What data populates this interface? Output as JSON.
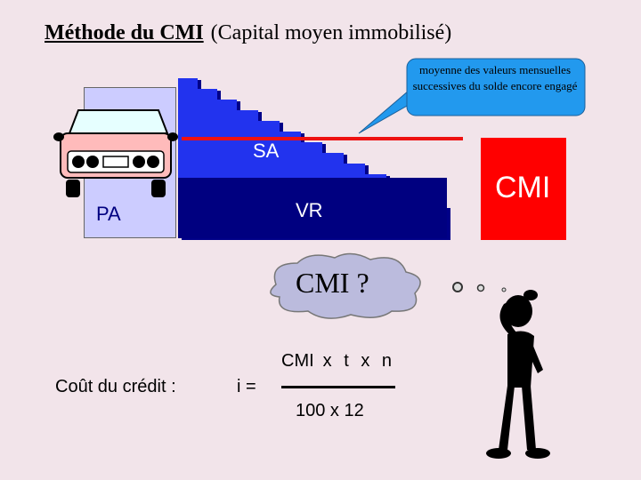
{
  "title": {
    "main": "Méthode du CMI",
    "sub": "(Capital moyen immobilisé)"
  },
  "diagram": {
    "pa_label": "PA",
    "sa_label": "SA",
    "vr_label": "VR",
    "cmi_label": "CMI",
    "callout_text": "moyenne des valeurs mensuelles successives du solde encore engagé",
    "thought_text": "CMI ?"
  },
  "formula": {
    "cost_label": "Coût du crédit :",
    "rate_label": "i  =",
    "numerator_cmi": "CMI",
    "numerator_rest": "x t x n",
    "denominator": "100 x 12"
  },
  "colors": {
    "background": "#f2e4ea",
    "pa_box": "#ccccff",
    "vr_navy": "#000080",
    "sa_blue": "#2233ee",
    "cmi_red": "#ff0000",
    "callout_fill": "#2299ee",
    "thought_fill": "#bbbbdd",
    "car_body": "#ffbbbb"
  },
  "icons": [
    "car-icon",
    "thinking-man-icon"
  ]
}
